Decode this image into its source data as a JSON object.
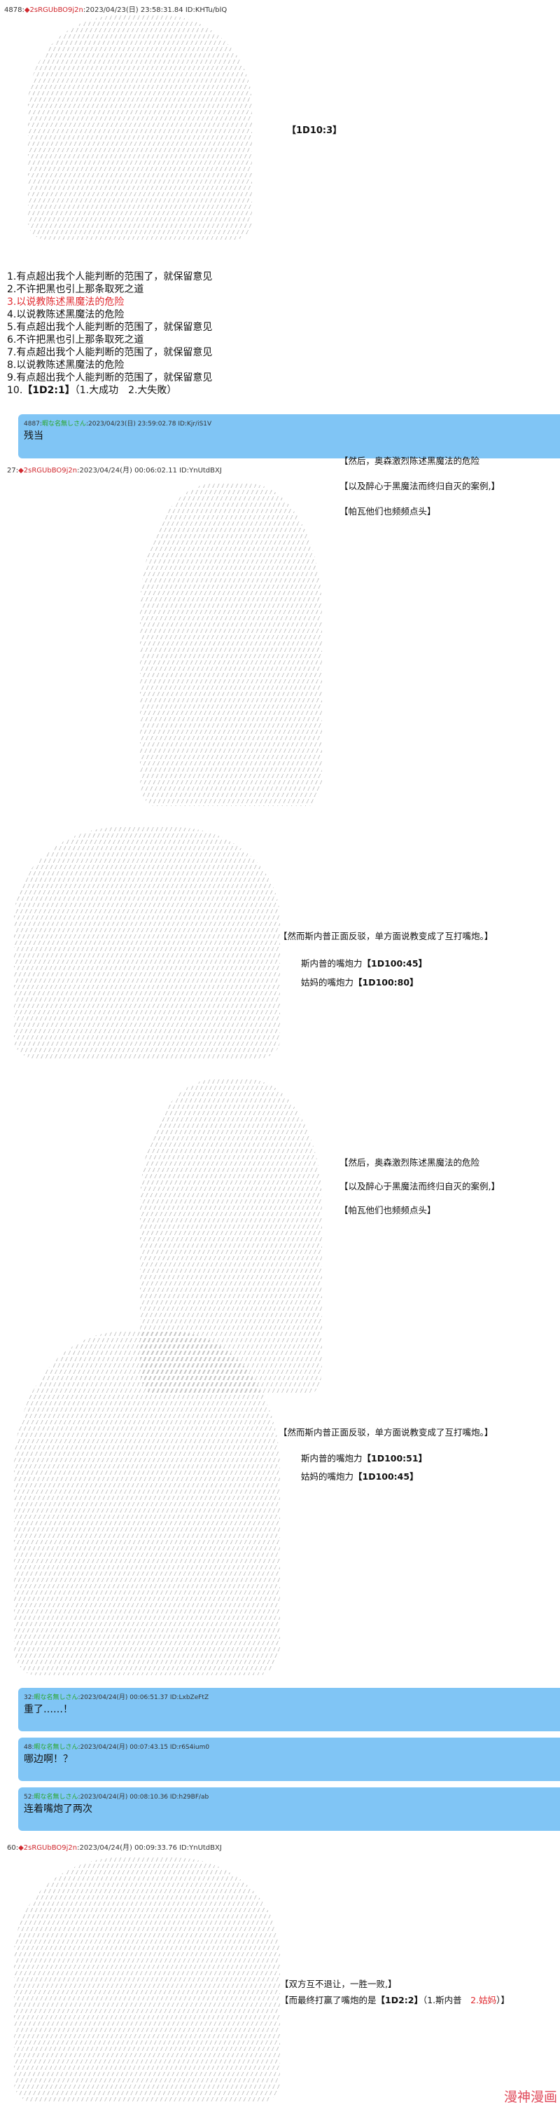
{
  "posts": [
    {
      "num": "4878:",
      "trip": "◆2sRGUbBO9j2n",
      "meta": ":2023/04/23(日) 23:58:31.84 ID:KHTu/blQ"
    },
    {
      "num": "27:",
      "trip": "◆2sRGUbBO9j2n",
      "meta": ":2023/04/24(月) 00:06:02.11 ID:YnUtdBXJ"
    },
    {
      "num": "60:",
      "trip": "◆2sRGUbBO9j2n",
      "meta": ":2023/04/24(月) 00:09:33.76 ID:YnUtdBXJ"
    }
  ],
  "dice_top": "【1D10:3】",
  "choices": [
    "1.有点超出我个人能判断的范围了，就保留意见",
    "2.不许把黑也引上那条取死之道",
    "3.以说教陈述黑魔法的危险",
    "4.以说教陈述黑魔法的危险",
    "5.有点超出我个人能判断的范围了，就保留意见",
    "6.不许把黑也引上那条取死之道",
    "7.有点超出我个人能判断的范围了，就保留意见",
    "8.以说教陈述黑魔法的危险",
    "9.有点超出我个人能判断的范围了，就保留意见"
  ],
  "choice10": {
    "prefix": "10.",
    "dice": "【1D2:1】",
    "rest": "（1.大成功　2.大失敗）"
  },
  "replies": [
    {
      "num": "4887:",
      "name": "暇な名無しさん",
      "meta": ":2023/04/23(日) 23:59:02.78 ID:Kjr/iS1V",
      "msg": "残当"
    },
    {
      "num": "32:",
      "name": "暇な名無しさん",
      "meta": ":2023/04/24(月) 00:06:51.37 ID:LxbZeFtZ",
      "msg": "重了……！"
    },
    {
      "num": "48:",
      "name": "暇な名無しさん",
      "meta": ":2023/04/24(月) 00:07:43.15 ID:r6S4ium0",
      "msg": "哪边啊！？"
    },
    {
      "num": "52:",
      "name": "暇な名無しさん",
      "meta": ":2023/04/24(月) 00:08:10.36 ID:h29BF/ab",
      "msg": "连着嘴炮了两次"
    }
  ],
  "panel1": [
    "【然后，奥森激烈陈述黑魔法的危险",
    "【以及醉心于黑魔法而终归自灭的案例,】",
    "【帕瓦他们也频频点头】"
  ],
  "panel2": {
    "line1": "【然而斯内普正面反驳，单方面说教变成了互打嘴炮。】",
    "snape_label": "斯内普的嘴炮力",
    "snape_dice": "【1D100:45】",
    "aunt_label": "姑妈的嘴炮力",
    "aunt_dice": "【1D100:80】"
  },
  "panel3": [
    "【然后，奥森激烈陈述黑魔法的危险",
    "【以及醉心于黑魔法而终归自灭的案例,】",
    "【帕瓦他们也频频点头】"
  ],
  "panel4": {
    "line1": "【然而斯内普正面反驳，单方面说教变成了互打嘴炮。】",
    "snape_label": "斯内普的嘴炮力",
    "snape_dice": "【1D100:51】",
    "aunt_label": "姑妈的嘴炮力",
    "aunt_dice": "【1D100:45】"
  },
  "panel5": {
    "line1": "【双方互不退让，一胜一败,】",
    "line2_prefix": "【而最终打赢了嘴炮的是",
    "dice": "【1D2:2】",
    "opt1": "（1.斯内普　",
    "opt2": "2.姑妈",
    "end": "）】"
  },
  "watermark": "漫神漫画"
}
